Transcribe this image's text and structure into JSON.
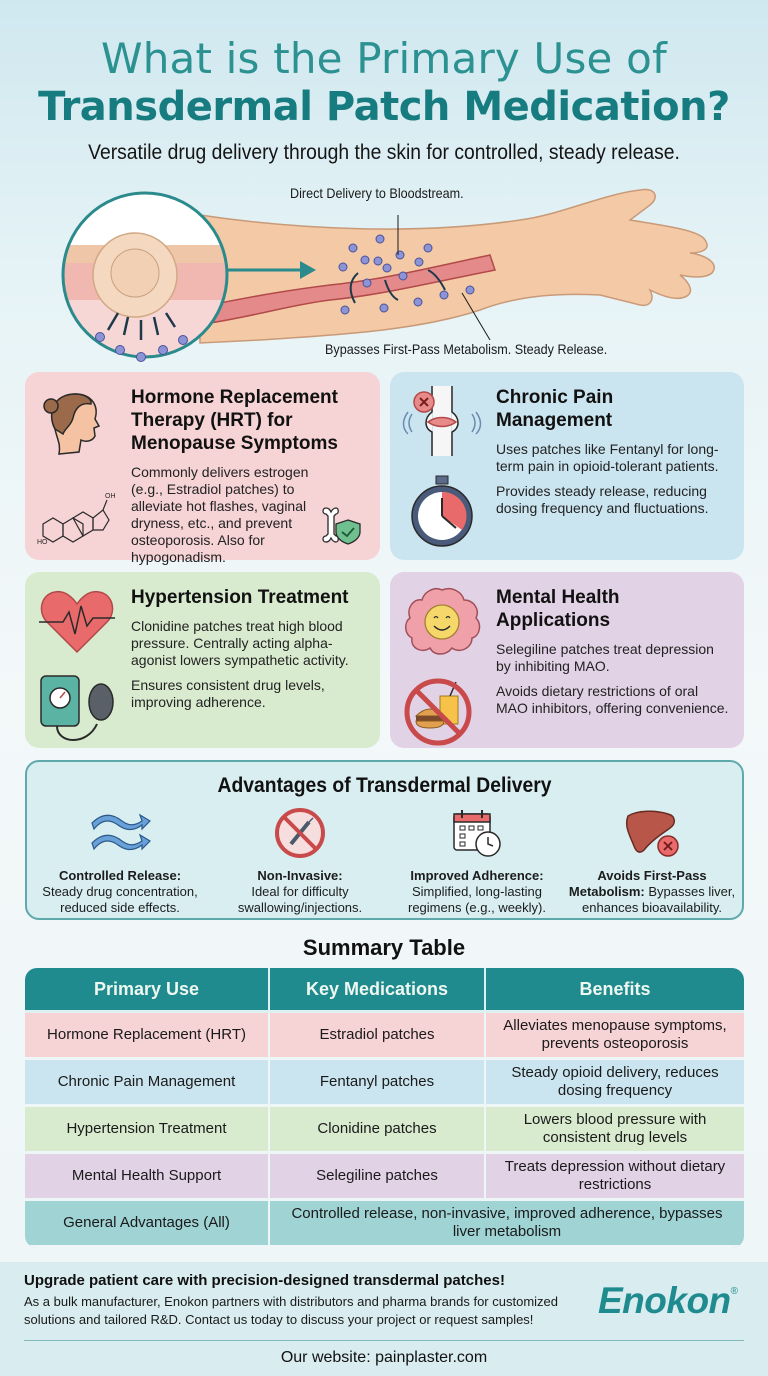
{
  "header": {
    "title_line1": "What is the Primary Use of",
    "title_line2": "Transdermal Patch Medication?",
    "subtitle": "Versatile drug delivery through the skin for controlled, steady release."
  },
  "hero": {
    "label_top": "Direct Delivery to Bloodstream.",
    "label_bottom": "Bypasses First-Pass Metabolism. Steady Release."
  },
  "cards": [
    {
      "title": "Hormone Replacement Therapy (HRT) for Menopause Symptoms",
      "paragraphs": [
        "Commonly delivers estrogen (e.g., Estradiol patches) to alleviate hot flashes, vaginal dryness, etc., and prevent osteoporosis. Also for hypogonadism."
      ],
      "icons": [
        "woman-profile-icon",
        "estradiol-molecule-icon",
        "bone-shield-icon"
      ],
      "color": "#f6d3d4"
    },
    {
      "title": "Chronic Pain Management",
      "paragraphs": [
        "Uses patches like Fentanyl for long-term pain in opioid-tolerant patients.",
        "Provides steady release, reducing dosing frequency and fluctuations."
      ],
      "icons": [
        "joint-pain-icon",
        "stopwatch-icon"
      ],
      "color": "#cbe5f0"
    },
    {
      "title": "Hypertension Treatment",
      "paragraphs": [
        "Clonidine patches treat high blood pressure. Centrally acting alpha-agonist lowers sympathetic activity.",
        "Ensures consistent drug levels, improving adherence."
      ],
      "icons": [
        "heart-pulse-icon",
        "blood-pressure-monitor-icon"
      ],
      "color": "#d9ebcf"
    },
    {
      "title": "Mental Health Applications",
      "paragraphs": [
        "Selegiline patches treat depression by inhibiting MAO.",
        "Avoids dietary restrictions of oral MAO inhibitors, offering convenience."
      ],
      "icons": [
        "happy-brain-icon",
        "no-food-icon"
      ],
      "color": "#e2d2e6"
    }
  ],
  "advantages": {
    "title": "Advantages of Transdermal Delivery",
    "items": [
      {
        "bold": "Controlled Release:",
        "text": "Steady drug concentration, reduced side effects.",
        "icon": "flow-arrows-icon"
      },
      {
        "bold": "Non-Invasive:",
        "text": "Ideal for difficulty swallowing/injections.",
        "icon": "no-syringe-icon"
      },
      {
        "bold": "Improved Adherence:",
        "text": "Simplified, long-lasting regimens (e.g., weekly).",
        "icon": "calendar-clock-icon"
      },
      {
        "bold": "Avoids First-Pass Metabolism:",
        "text": "Bypasses liver, enhances bioavailability.",
        "icon": "liver-x-icon"
      }
    ]
  },
  "summary": {
    "title": "Summary Table",
    "headers": [
      "Primary Use",
      "Key Medications",
      "Benefits"
    ],
    "rows": [
      [
        "Hormone Replacement (HRT)",
        "Estradiol patches",
        "Alleviates menopause symptoms, prevents osteoporosis"
      ],
      [
        "Chronic Pain Management",
        "Fentanyl patches",
        "Steady opioid delivery, reduces dosing frequency"
      ],
      [
        "Hypertension Treatment",
        "Clonidine patches",
        "Lowers blood pressure with consistent drug levels"
      ],
      [
        "Mental Health Support",
        "Selegiline patches",
        "Treats depression without dietary restrictions"
      ]
    ],
    "final_row": {
      "label": "General Advantages (All)",
      "value": "Controlled release, non-invasive, improved adherence, bypasses liver metabolism"
    }
  },
  "footer": {
    "cta": "Upgrade patient care with precision-designed transdermal patches!",
    "body": "As a bulk manufacturer, Enokon partners with distributors and pharma brands for customized solutions and tailored R&D. Contact us today to discuss your project or request samples!",
    "logo": "Enokon",
    "logo_mark": "®",
    "website": "Our website: painplaster.com"
  },
  "colors": {
    "brand_teal": "#1f8b8f",
    "title_teal": "#2b9191",
    "pink": "#f6d3d4",
    "blue": "#cbe5f0",
    "green": "#d9ebcf",
    "purple": "#e2d2e6",
    "teal_light": "#9fd3d4"
  }
}
